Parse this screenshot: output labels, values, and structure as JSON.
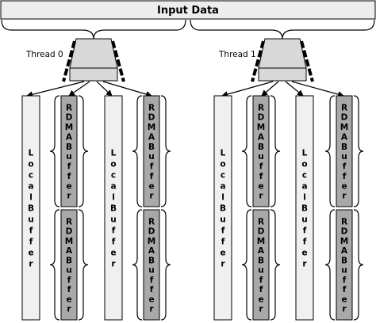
{
  "input": {
    "label": "Input Data"
  },
  "threads": [
    {
      "label": "Thread 0",
      "columns": [
        {
          "kind": "local",
          "text": "Local Buffer"
        },
        {
          "kind": "rdma",
          "segments": [
            "RDMA Buffer",
            "RDMA Buffer"
          ]
        },
        {
          "kind": "local",
          "text": "Local Buffer"
        },
        {
          "kind": "rdma",
          "segments": [
            "RDMA Buffer",
            "RDMA Buffer"
          ]
        }
      ]
    },
    {
      "label": "Thread 1",
      "columns": [
        {
          "kind": "local",
          "text": "Local Buffer"
        },
        {
          "kind": "rdma",
          "segments": [
            "RDMA Buffer",
            "RDMA Buffer"
          ]
        },
        {
          "kind": "local",
          "text": "Local Buffer"
        },
        {
          "kind": "rdma",
          "segments": [
            "RDMA Buffer",
            "RDMA Buffer"
          ]
        }
      ]
    }
  ],
  "colors": {
    "input_bar": "#ededed",
    "local_buffer": "#f0f0f0",
    "rdma_buffer": "#a9a9a9",
    "funnel": "#d8d8d8",
    "stroke": "#000000"
  }
}
